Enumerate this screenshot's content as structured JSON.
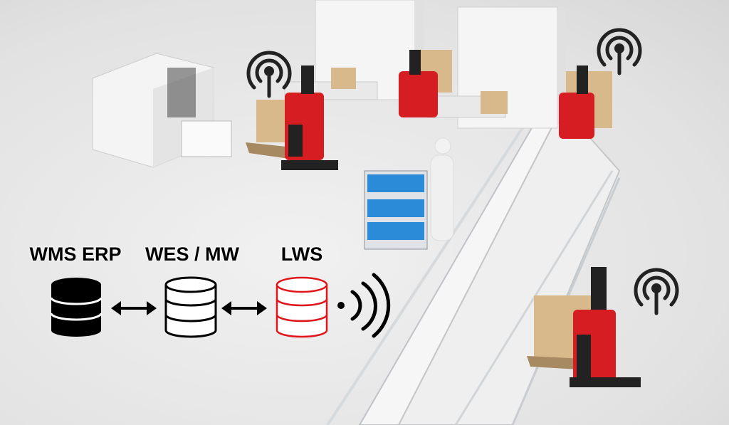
{
  "diagram": {
    "systems": [
      {
        "label": "WMS ERP",
        "icon": "database-icon",
        "style": "filled",
        "color": "#000000"
      },
      {
        "label": "WES / MW",
        "icon": "database-icon",
        "style": "outline",
        "color": "#000000"
      },
      {
        "label": "LWS",
        "icon": "database-icon",
        "style": "outline",
        "color": "#e0161b"
      }
    ],
    "connectors": [
      "double-arrow-icon",
      "double-arrow-icon"
    ],
    "wireless": "wireless-signal-icon"
  },
  "colors": {
    "accent": "#e0161b",
    "background": "#e8e8e8"
  }
}
